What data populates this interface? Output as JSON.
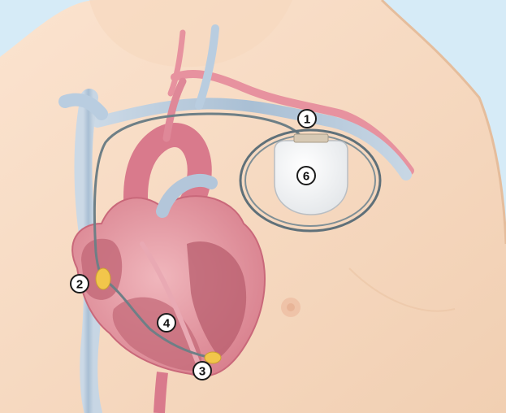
{
  "colors": {
    "background": "#d6ebf7",
    "skin": "#f7dcc4",
    "skin_shadow": "#e9c3a2",
    "vein": "#b8cde0",
    "artery": "#e68a9c",
    "heart": "#e8a0a8",
    "heart_dark": "#c9687a",
    "lead_wire": "#6e7f86",
    "device": "#ffffff",
    "electrode": "#f2c64b"
  },
  "callouts": [
    {
      "label": "1",
      "part": "lead-entry"
    },
    {
      "label": "6",
      "part": "pacemaker-device"
    },
    {
      "label": "2",
      "part": "atrial-electrode"
    },
    {
      "label": "4",
      "part": "lead-wire"
    },
    {
      "label": "3",
      "part": "ventricular-electrode"
    }
  ]
}
